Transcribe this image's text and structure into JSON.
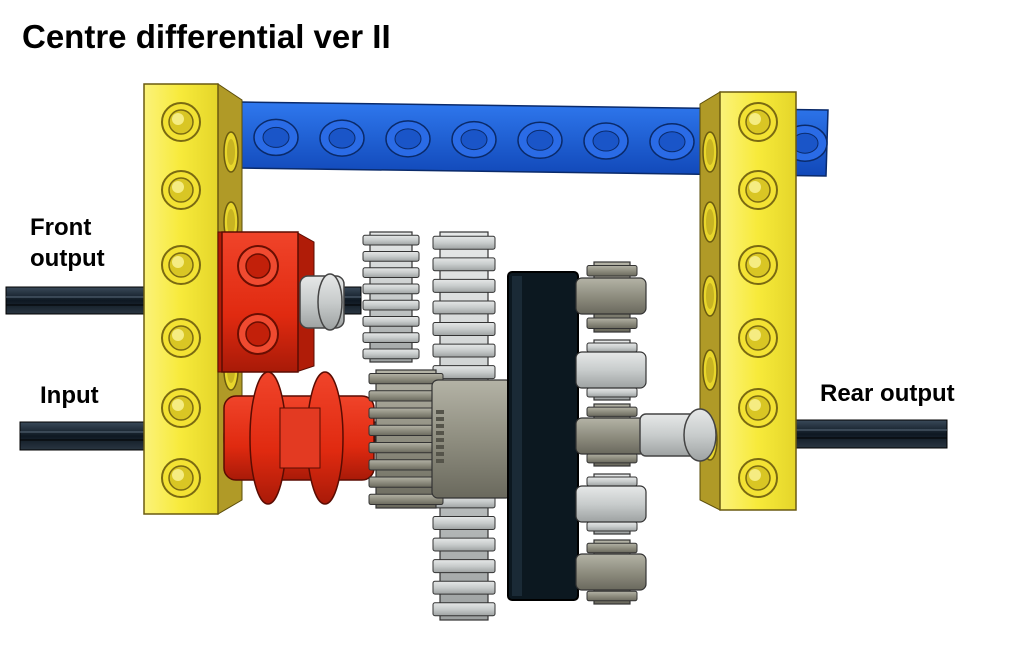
{
  "title": "Centre differential ver II",
  "labels": {
    "front_line1": "Front",
    "front_line2": "output",
    "input": "Input",
    "rear": "Rear output"
  },
  "colors": {
    "yellow_beam": "#f7ea3a",
    "yellow_shade": "#b09a27",
    "blue_beam": "#1a5fd8",
    "red_part": "#e02a10",
    "axle": "#1a2530",
    "light_gray_gear": "#c8cccc",
    "dark_gray_gear": "#8f8e80",
    "black_disc": "#0c1820"
  }
}
